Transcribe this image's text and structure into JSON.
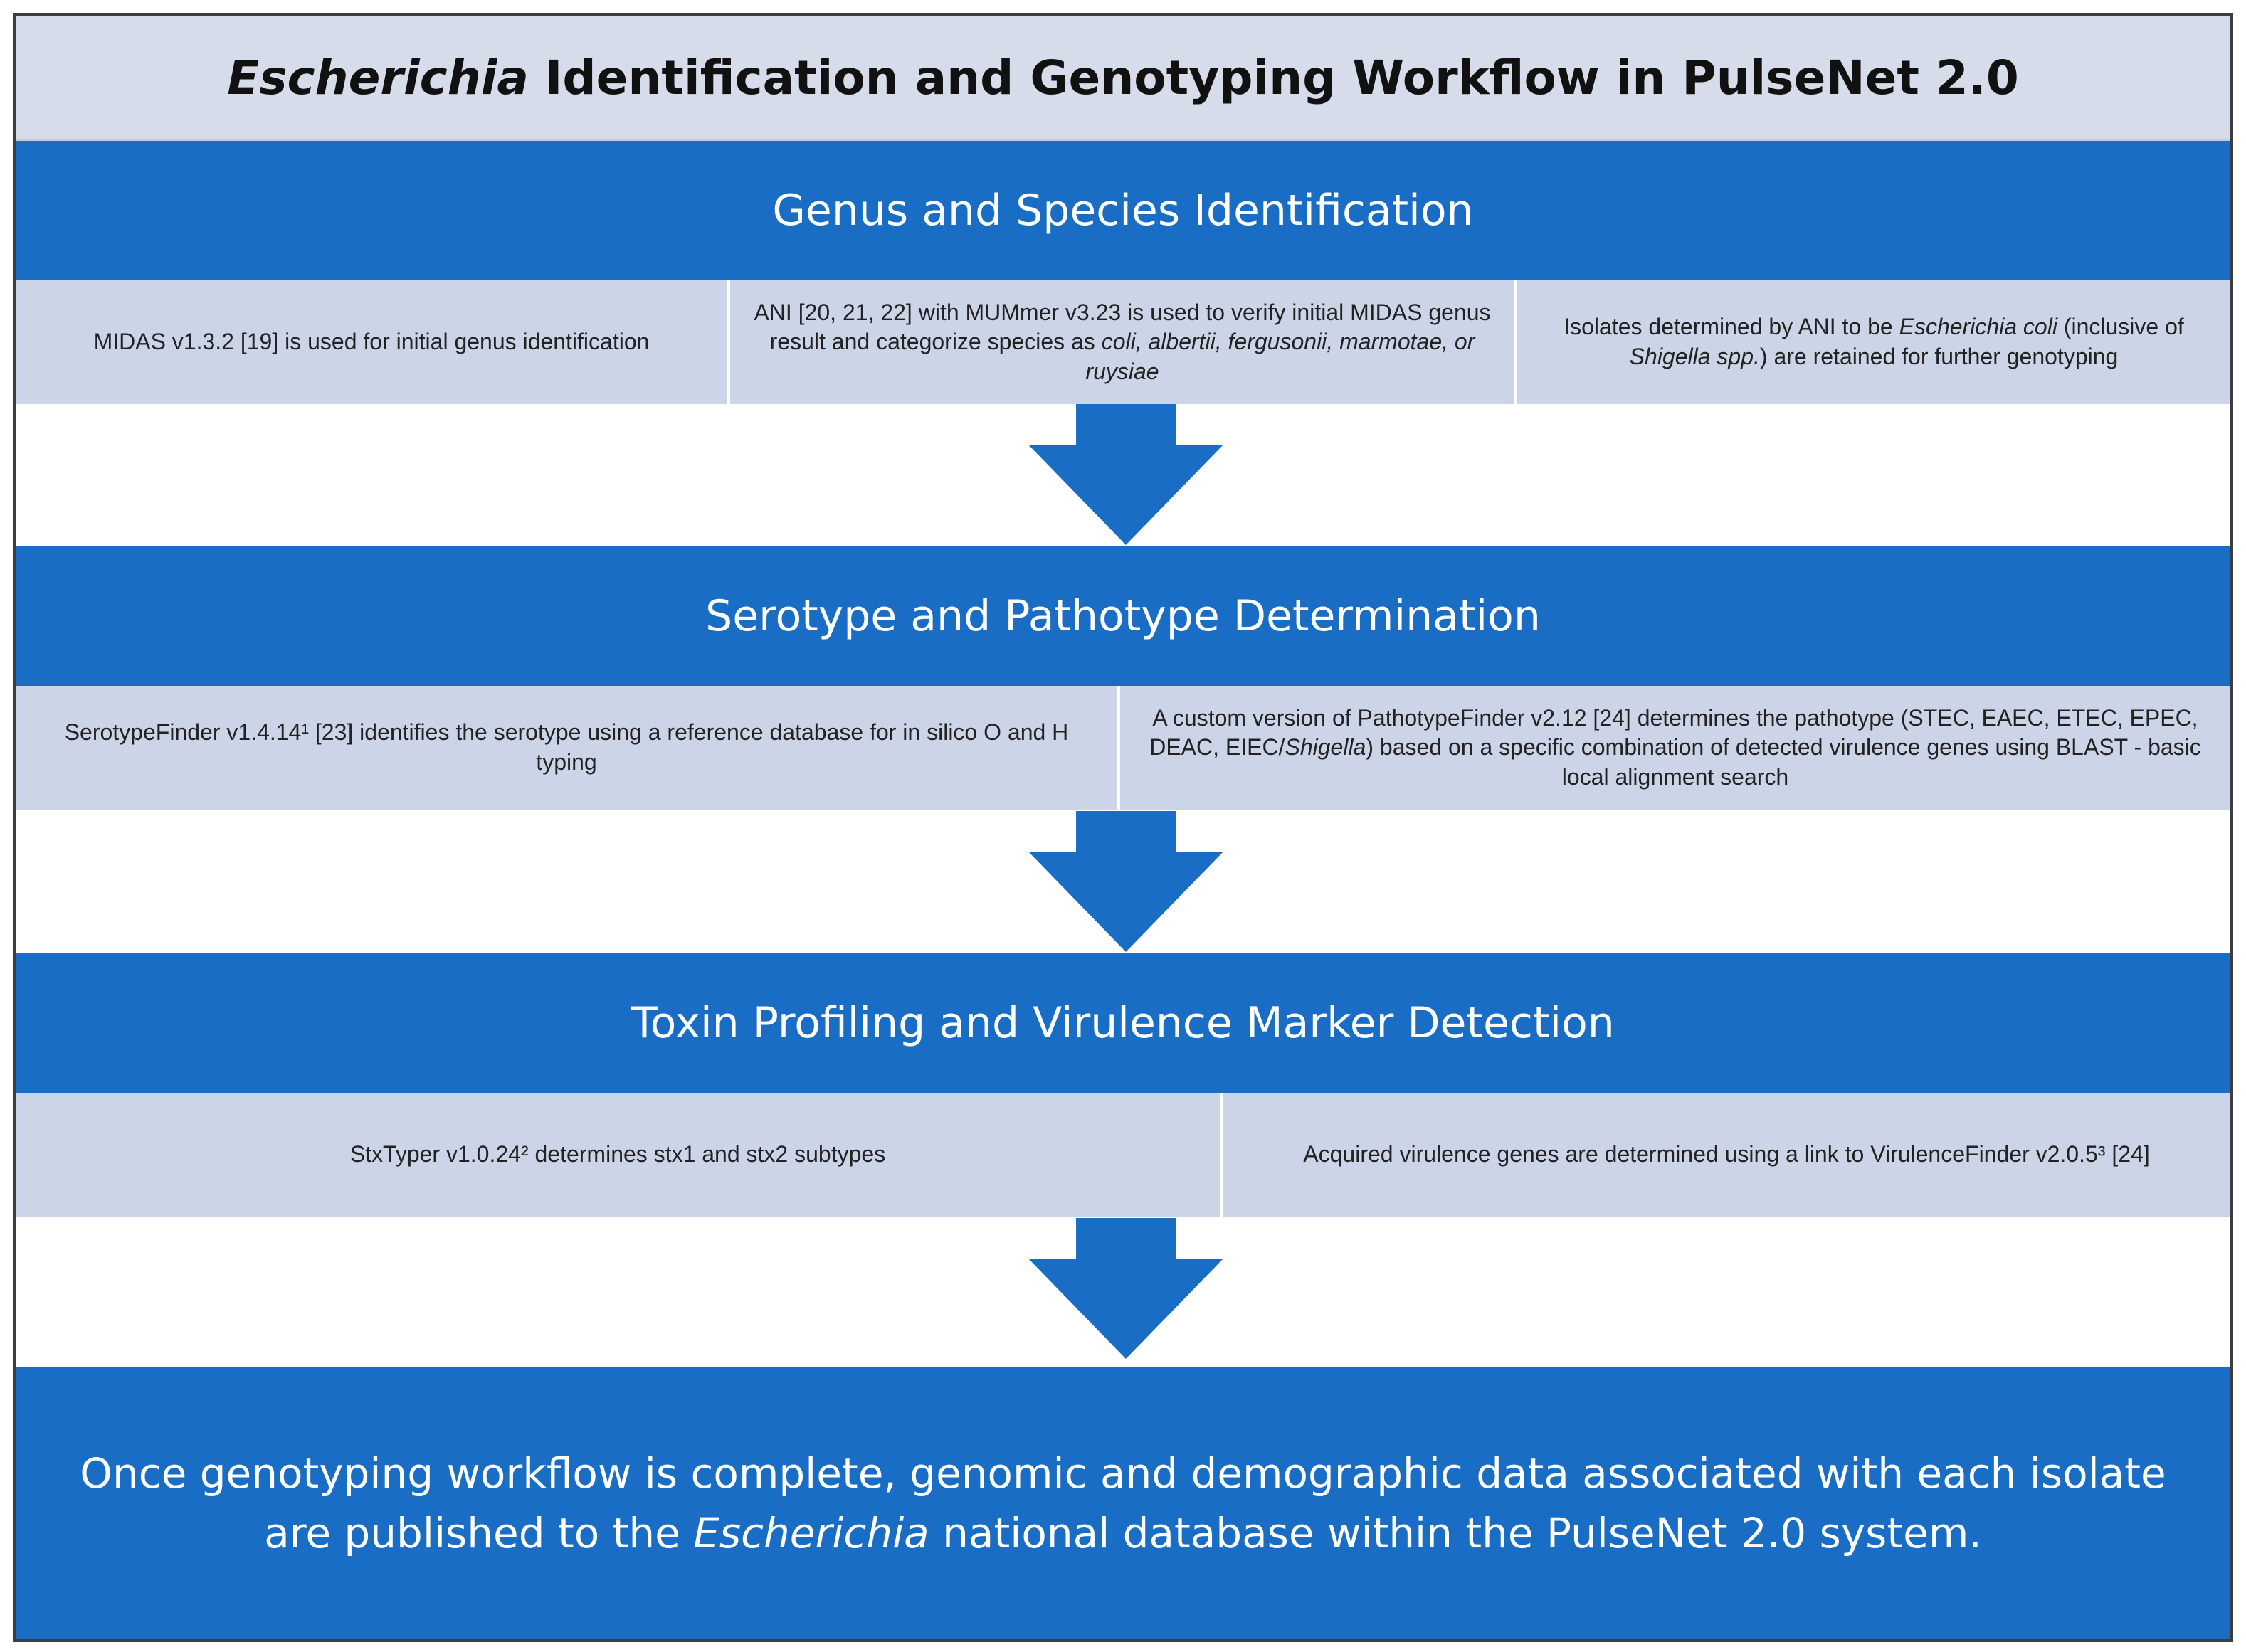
{
  "title": {
    "italic": "Escherichia",
    "rest": " Identification and Genotyping Workflow in PulseNet 2.0"
  },
  "stages": [
    {
      "heading": "Genus and Species Identification",
      "boxes": [
        {
          "parts": [
            {
              "text": "MIDAS v1.3.2 [19] is used for initial genus identification",
              "italic": false
            }
          ]
        },
        {
          "parts": [
            {
              "text": "ANI [20, 21, 22] with MUMmer v3.23 is used to verify initial MIDAS genus result and categorize species as ",
              "italic": false
            },
            {
              "text": "coli, albertii, fergusonii, marmotae, or ruysiae",
              "italic": true
            }
          ]
        },
        {
          "parts": [
            {
              "text": "Isolates determined by ANI to be ",
              "italic": false
            },
            {
              "text": "Escherichia coli",
              "italic": true
            },
            {
              "text": " (inclusive of ",
              "italic": false
            },
            {
              "text": "Shigella spp.",
              "italic": true
            },
            {
              "text": ") are retained for further genotyping",
              "italic": false
            }
          ]
        }
      ]
    },
    {
      "heading": "Serotype and Pathotype Determination",
      "boxes": [
        {
          "parts": [
            {
              "text": "SerotypeFinder v1.4.14¹ [23] identifies the serotype using a reference database for in silico O and H typing",
              "italic": false
            }
          ]
        },
        {
          "parts": [
            {
              "text": "A custom version of PathotypeFinder v2.12 [24] determines the pathotype (STEC, EAEC, ETEC, EPEC, DEAC, EIEC/",
              "italic": false
            },
            {
              "text": "Shigella",
              "italic": true
            },
            {
              "text": ") based on a specific combination of detected virulence genes using BLAST - basic local alignment search",
              "italic": false
            }
          ]
        }
      ]
    },
    {
      "heading": "Toxin Profiling and Virulence Marker Detection",
      "boxes": [
        {
          "parts": [
            {
              "text": "StxTyper v1.0.24² determines stx1 and stx2 subtypes",
              "italic": false
            }
          ]
        },
        {
          "parts": [
            {
              "text": "Acquired virulence genes are determined using a link to VirulenceFinder v2.0.5³ [24]",
              "italic": false
            }
          ]
        }
      ]
    }
  ],
  "final": {
    "line1": "Once genotyping workflow is complete, genomic and demographic data associated with each isolate",
    "line2_pre": "are published to the ",
    "line2_italic": "Escherichia",
    "line2_post": " national database within the PulseNet 2.0 system."
  },
  "colors": {
    "band": "#1a6dc4",
    "box": "#ccd4e8",
    "title_bg": "#d6dcea",
    "arrow": "#1a6dc4"
  }
}
